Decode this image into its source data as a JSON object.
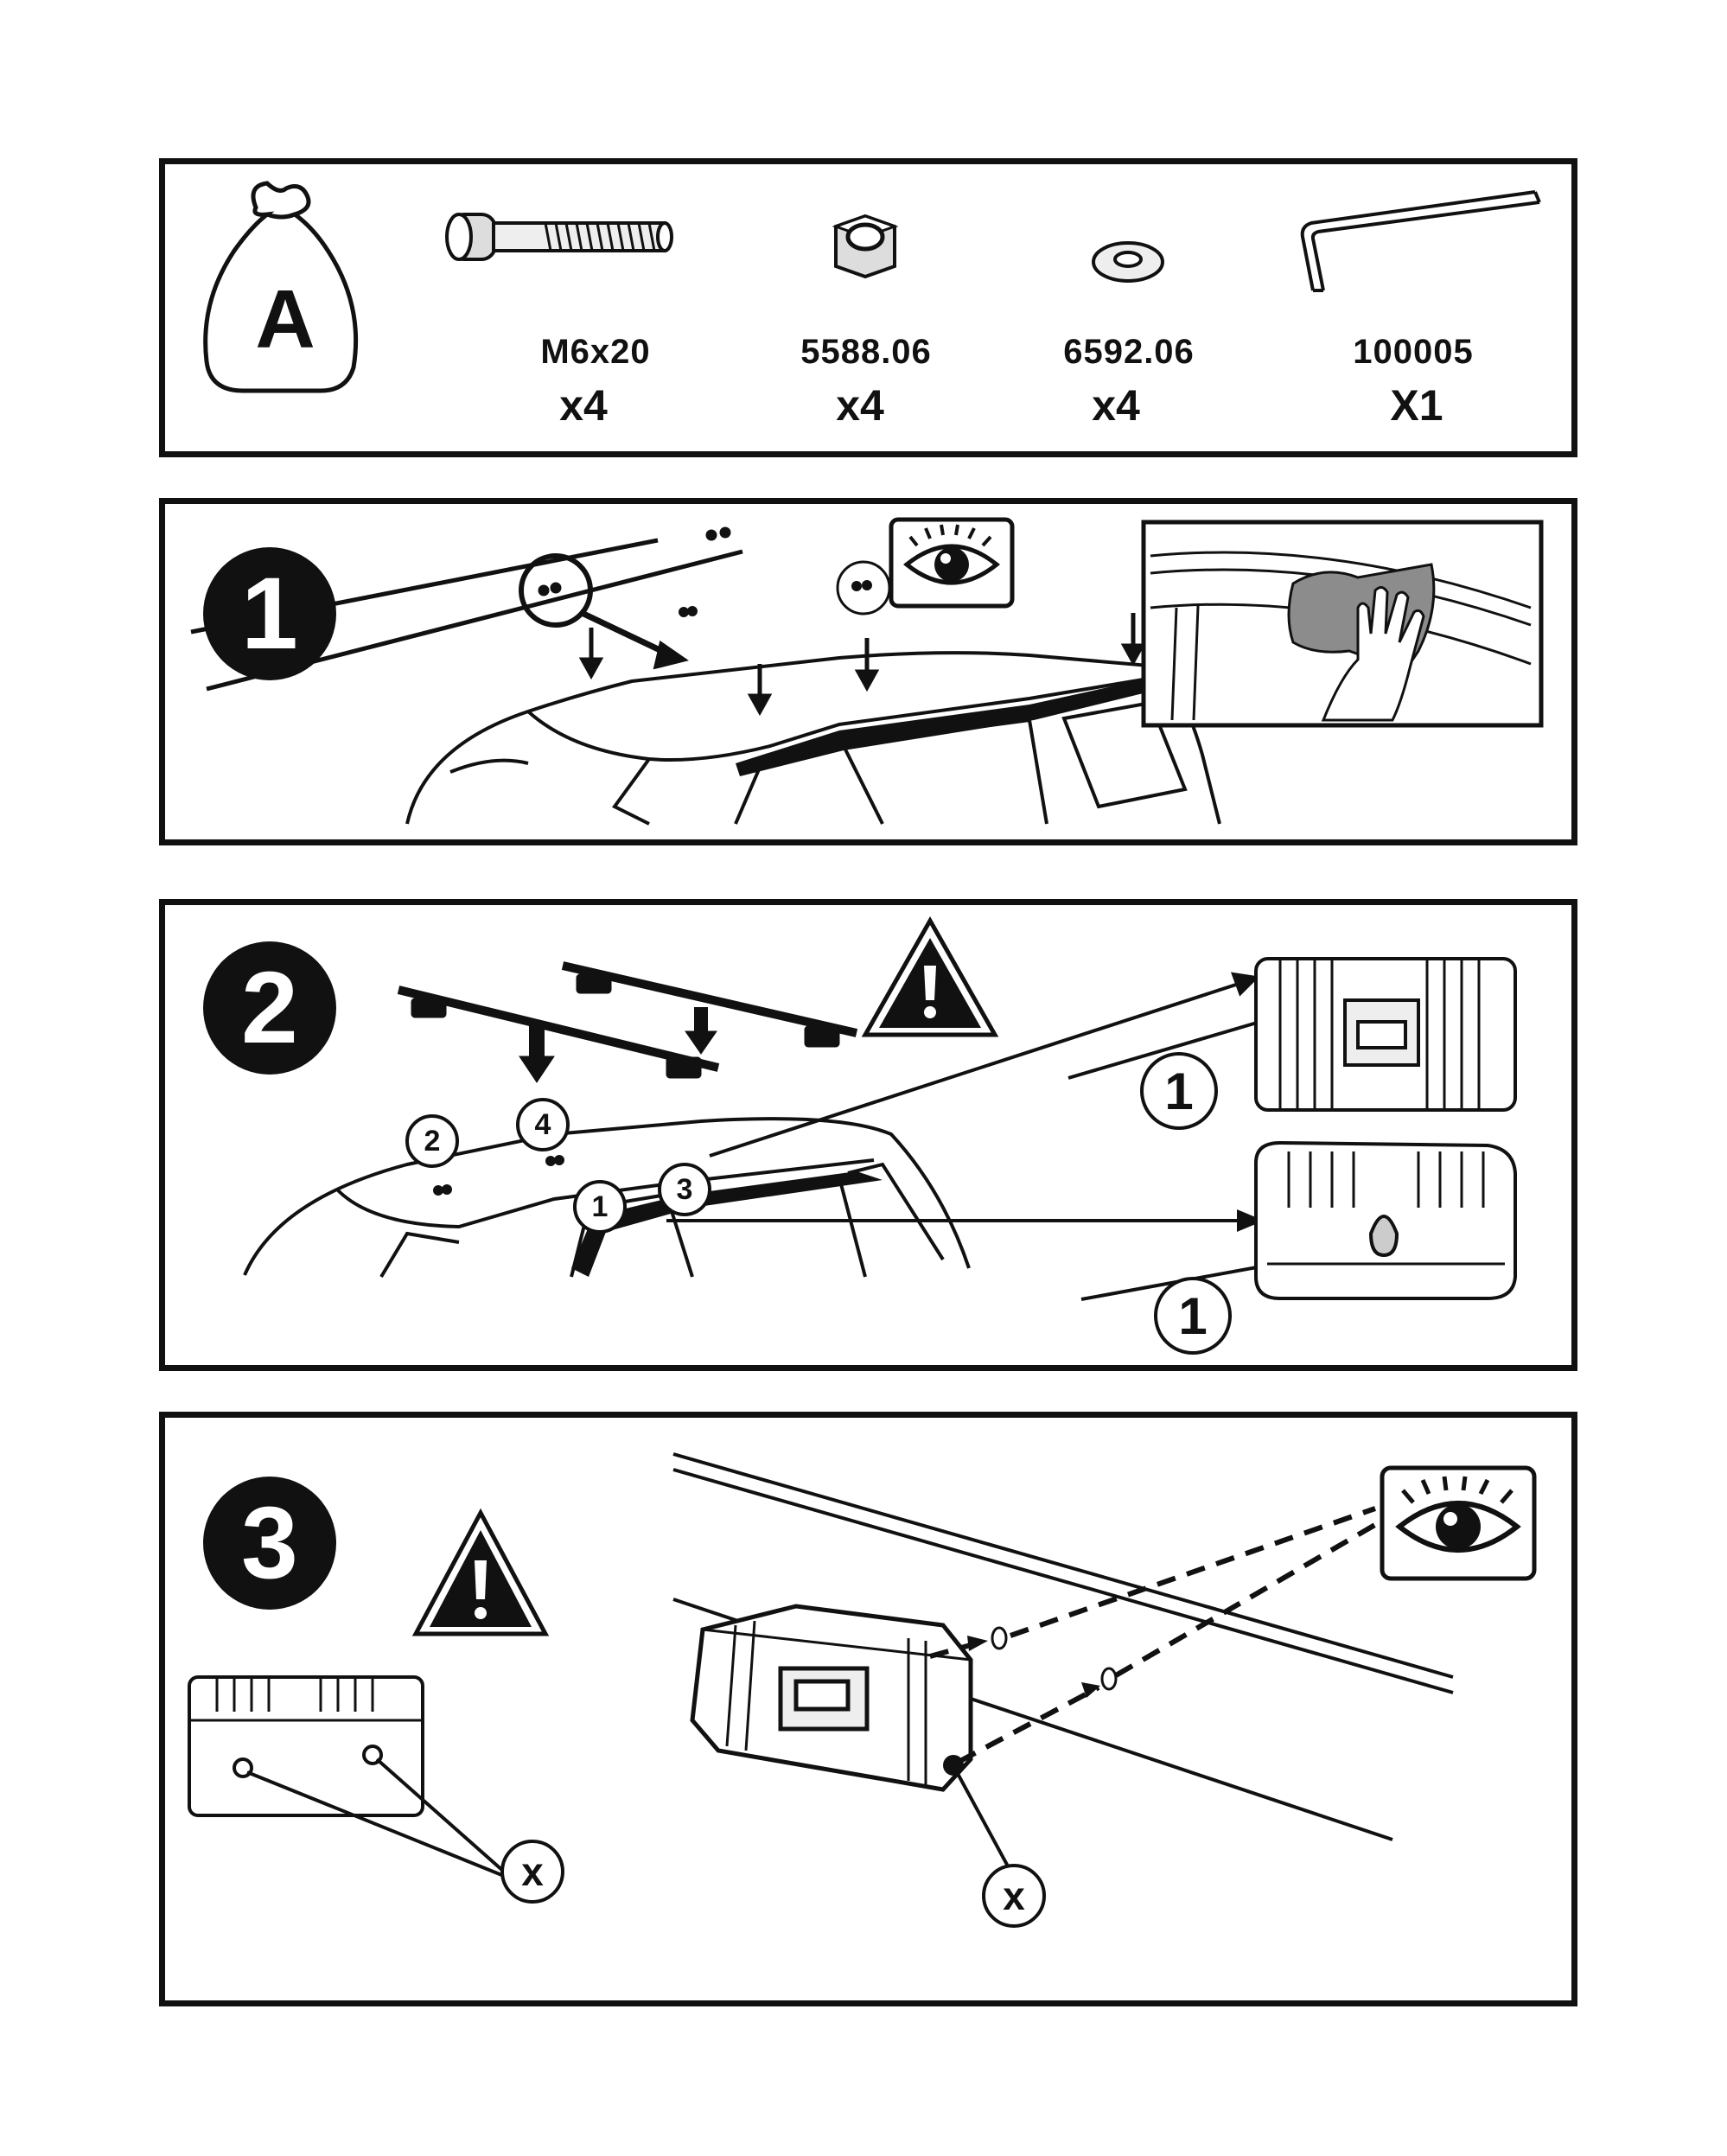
{
  "parts_panel": {
    "bag_letter": "A",
    "items": [
      {
        "code": "M6x20",
        "qty": "x4",
        "icon": "bolt-icon"
      },
      {
        "code": "5588.06",
        "qty": "x4",
        "icon": "nut-icon"
      },
      {
        "code": "6592.06",
        "qty": "x4",
        "icon": "washer-icon"
      },
      {
        "code": "100005",
        "qty": "X1",
        "icon": "hex-key-icon"
      }
    ]
  },
  "step1": {
    "number": "1",
    "icons": [
      "eye-icon",
      "cleaning-hand-icon"
    ]
  },
  "step2": {
    "number": "2",
    "callouts": {
      "c1": "1",
      "c2": "2",
      "c3": "3",
      "c4": "4",
      "detail_top": "1",
      "detail_bottom": "1"
    },
    "icons": [
      "warning-icon",
      "roof-bars-icon",
      "foot-pad-icon"
    ]
  },
  "step3": {
    "number": "3",
    "callouts": {
      "left_x": "x",
      "right_x": "x"
    },
    "icons": [
      "warning-icon",
      "eye-icon",
      "foot-pad-icon"
    ]
  },
  "colors": {
    "ink": "#111111",
    "paper": "#ffffff",
    "gray": "#8c8c8c"
  }
}
